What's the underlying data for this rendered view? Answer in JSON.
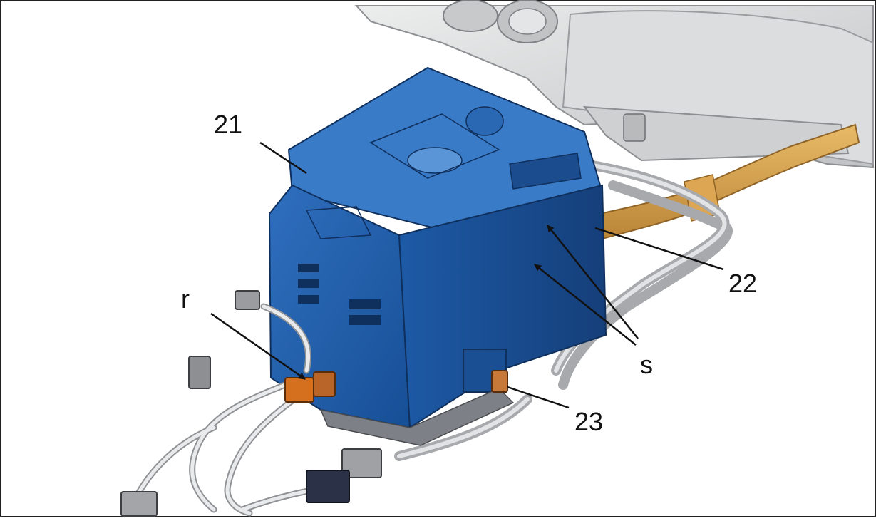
{
  "colors": {
    "module": "#1f5fae",
    "module_dark": "#153f7a",
    "module_light": "#4b86cf",
    "pipe": "#d9a24a",
    "pipe_dark": "#a8732a",
    "dash": "#d7d8da",
    "dash_dark": "#a9abae",
    "harness": "#e6e7e9",
    "connector": "#8a8c8f",
    "connector_orange": "#d5701e",
    "ink": "#111111"
  },
  "icons": [
    "arrow-icon"
  ],
  "labels": {
    "part_21": "21",
    "part_22": "22",
    "part_23": "23",
    "mark_r": "r",
    "mark_s": "s"
  }
}
